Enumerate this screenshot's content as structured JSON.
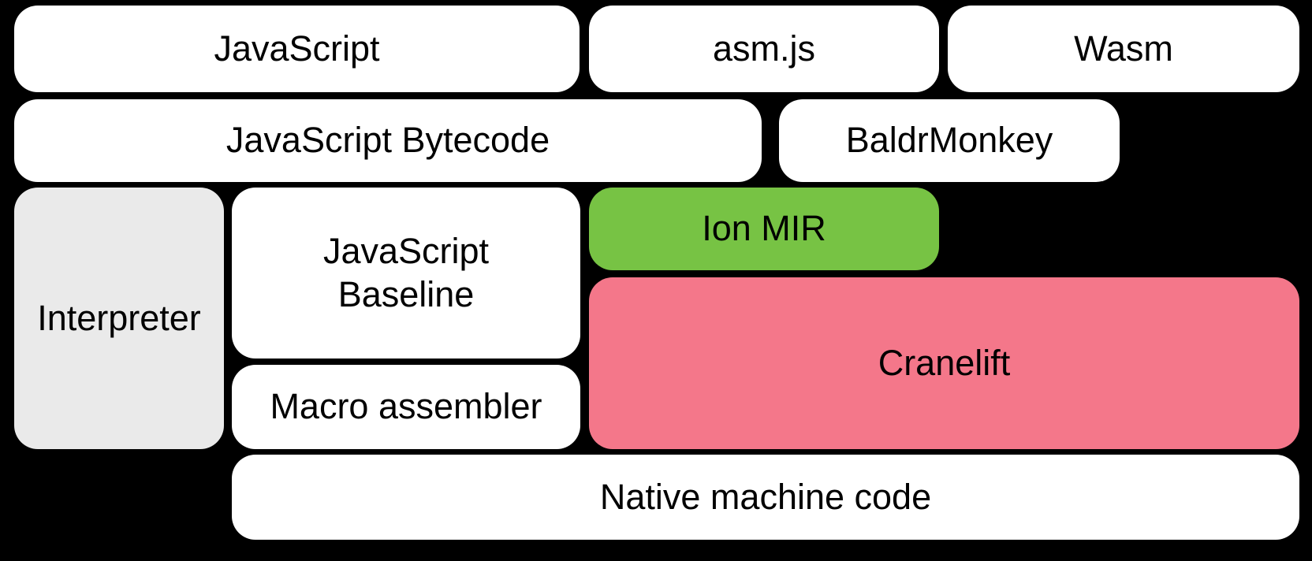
{
  "diagram": {
    "description": "Compiler pipeline diagram",
    "background": "#000000",
    "text_color": "#000000",
    "colors": {
      "white": "#FFFFFF",
      "gray": "#EAEAEA",
      "green": "#77C344",
      "pink": "#F4778A"
    },
    "boxes": [
      {
        "id": "javascript",
        "label": "JavaScript",
        "fill": "white"
      },
      {
        "id": "asm-js",
        "label": "asm.js",
        "fill": "white"
      },
      {
        "id": "wasm",
        "label": "Wasm",
        "fill": "white"
      },
      {
        "id": "javascript-bytecode",
        "label": "JavaScript Bytecode",
        "fill": "white"
      },
      {
        "id": "baldrmonkey",
        "label": "BaldrMonkey",
        "fill": "white"
      },
      {
        "id": "interpreter",
        "label": "Interpreter",
        "fill": "gray"
      },
      {
        "id": "javascript-baseline",
        "label": "JavaScript Baseline",
        "fill": "white"
      },
      {
        "id": "ion-mir",
        "label": "Ion MIR",
        "fill": "green"
      },
      {
        "id": "cranelift",
        "label": "Cranelift",
        "fill": "pink"
      },
      {
        "id": "macro-assembler",
        "label": "Macro assembler",
        "fill": "white"
      },
      {
        "id": "native-machine-code",
        "label": "Native machine code",
        "fill": "white"
      }
    ]
  }
}
